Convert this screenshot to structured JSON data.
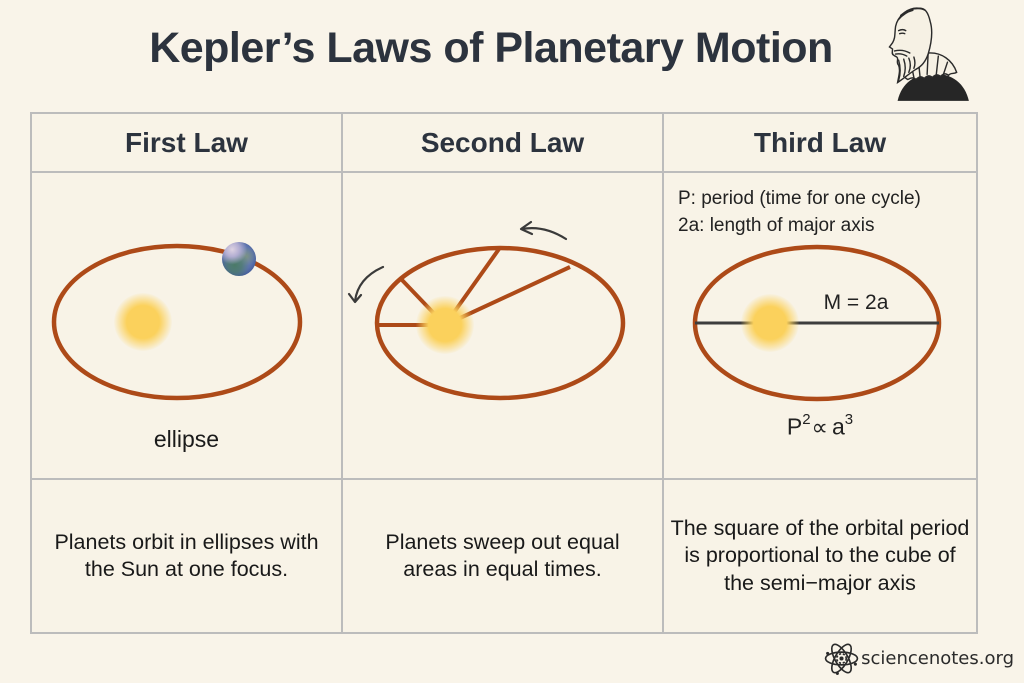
{
  "title": "Kepler’s Laws of Planetary Motion",
  "columns": [
    {
      "header": "First Law",
      "diagram_label": "ellipse",
      "description": "Planets orbit in ellipses with the Sun at one focus."
    },
    {
      "header": "Second Law",
      "description": "Planets sweep out equal areas in equal times."
    },
    {
      "header": "Third Law",
      "note_line1": "P: period (time for one cycle)",
      "note_line2": "2a: length of major axis",
      "axis_label": "M = 2a",
      "formula": {
        "p": "P",
        "p_exp": "2",
        "prop": "∝",
        "a": "a",
        "a_exp": "3"
      },
      "description": "The square of the orbital period is proportional to the cube of the semi−major axis"
    }
  ],
  "footer": {
    "brand": "sciencenotes.org"
  },
  "icons": {
    "portrait": "kepler-portrait",
    "atom": "atom-icon",
    "sun": "sun-icon",
    "earth": "earth-icon",
    "arrows": "counterclockwise-arrow-icon"
  },
  "colors": {
    "background": "#f9f4e9",
    "cell_background": "#f8f3e7",
    "table_border": "#bcbcbc",
    "title_text": "#2c333e",
    "body_text": "#191919",
    "orbit_stroke": "#ad4a18",
    "axis_line": "#3d3d3d",
    "sun_fill": "#fbd15c",
    "arrow_stroke": "#3a3a3a"
  }
}
